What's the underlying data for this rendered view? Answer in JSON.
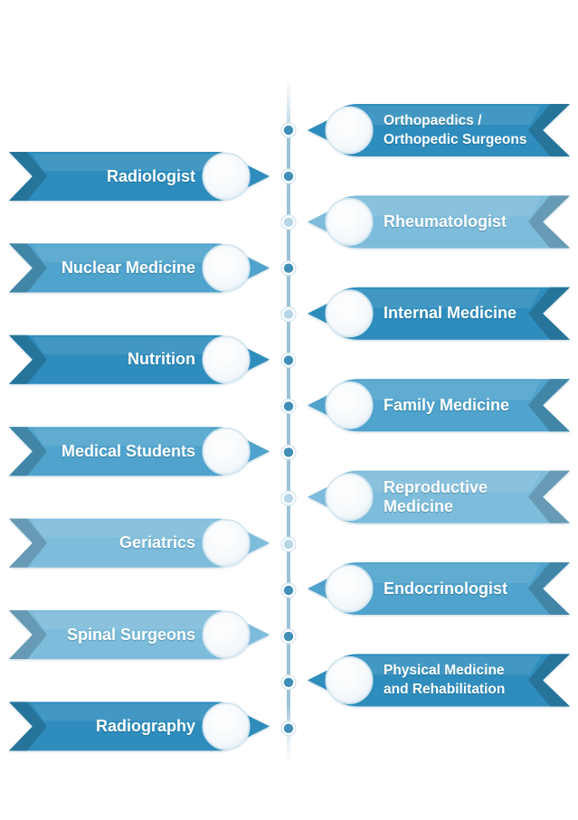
{
  "colors": {
    "ribbon_dark": "#2f8dbd",
    "ribbon_mid": "#4fa3cc",
    "ribbon_light": "#7dbcdb",
    "timeline_dot": "#3f8fb9",
    "timeline_dot_light": "#b7d7e8",
    "circle_fill": "#ffffff",
    "circle_stroke": "#d6e7f1",
    "label_text": "#ffffff"
  },
  "left_specialties": [
    {
      "label": "Radiologist",
      "shade": "dark"
    },
    {
      "label": "Nuclear Medicine",
      "shade": "mid"
    },
    {
      "label": "Nutrition",
      "shade": "dark"
    },
    {
      "label": "Medical Students",
      "shade": "mid"
    },
    {
      "label": "Geriatrics",
      "shade": "light"
    },
    {
      "label": "Spinal Surgeons",
      "shade": "light"
    },
    {
      "label": "Radiography",
      "shade": "dark"
    }
  ],
  "right_specialties": [
    {
      "label": "Orthopaedics /\nOrthopedic Surgeons",
      "shade": "dark",
      "small": true
    },
    {
      "label": "Rheumatologist",
      "shade": "light",
      "small": false
    },
    {
      "label": "Internal Medicine",
      "shade": "dark",
      "small": false
    },
    {
      "label": "Family Medicine",
      "shade": "mid",
      "small": false
    },
    {
      "label": "Reproductive\nMedicine",
      "shade": "light",
      "small": false
    },
    {
      "label": "Endocrinologist",
      "shade": "mid",
      "small": false
    },
    {
      "label": "Physical Medicine\nand Rehabilitation",
      "shade": "dark",
      "small": true
    }
  ],
  "timeline_dots": [
    "dark",
    "dark",
    "light",
    "dark",
    "light",
    "dark",
    "dark",
    "dark",
    "light",
    "light",
    "dark",
    "dark",
    "dark",
    "dark"
  ]
}
